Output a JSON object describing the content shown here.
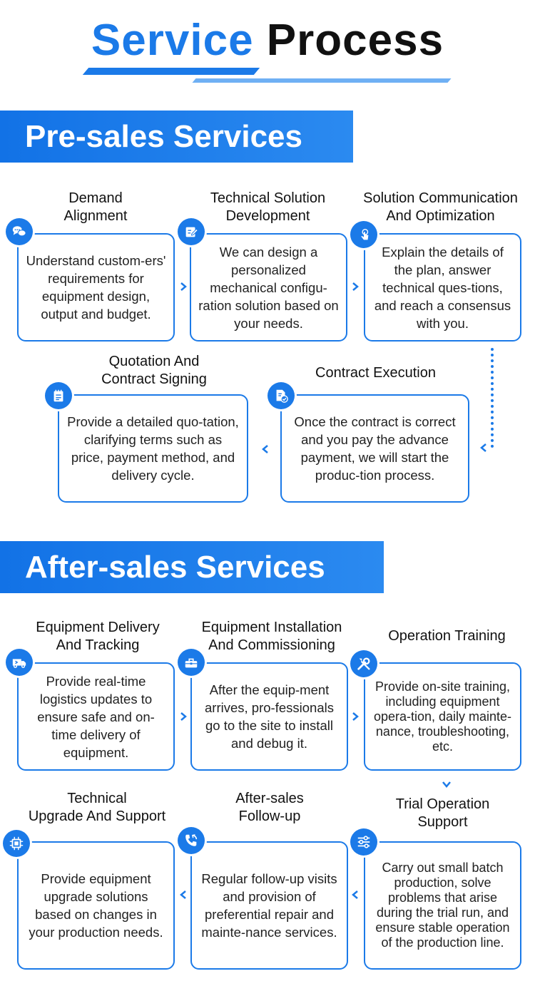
{
  "title": {
    "part1": "Service",
    "part2": "Process"
  },
  "presales": {
    "heading": "Pre-sales Services",
    "steps": [
      {
        "title": "Demand\nAlignment",
        "text": "Understand custom-ers' requirements for equipment design, output and budget.",
        "icon": "chat-bubbles-icon"
      },
      {
        "title": "Technical Solution\nDevelopment",
        "text": "We can design a personalized mechanical configu-ration solution based on your needs.",
        "icon": "edit-document-icon"
      },
      {
        "title": "Solution Communication\nAnd Optimization",
        "text": "Explain the details of the plan, answer technical ques-tions, and reach a consensus with you.",
        "icon": "touch-hand-icon"
      },
      {
        "title": "Quotation And\nContract Signing",
        "text": "Provide a detailed quo-tation, clarifying terms such as price, payment method, and delivery cycle.",
        "icon": "notepad-icon"
      },
      {
        "title": "Contract Execution",
        "text": "Once the contract is correct and you pay the advance payment, we will start the produc-tion process.",
        "icon": "document-check-icon"
      }
    ]
  },
  "aftersales": {
    "heading": "After-sales Services",
    "steps": [
      {
        "title": "Equipment Delivery\nAnd Tracking",
        "text": "Provide real-time logistics updates to ensure safe and on-time delivery of equipment.",
        "icon": "delivery-truck-icon"
      },
      {
        "title": "Equipment Installation\nAnd Commissioning",
        "text": "After the equip-ment arrives, pro-fessionals go to the site to install and debug it.",
        "icon": "toolbox-icon"
      },
      {
        "title": "Operation Training",
        "text": "Provide on-site training, including equipment opera-tion, daily mainte-nance, troubleshooting, etc.",
        "icon": "tools-icon"
      },
      {
        "title": "Technical\nUpgrade And Support",
        "text": "Provide equipment upgrade solutions based on changes in your production needs.",
        "icon": "chip-icon"
      },
      {
        "title": "After-sales\nFollow-up",
        "text": "Regular follow-up visits and provision of preferential repair and mainte-nance services.",
        "icon": "phone-callback-icon"
      },
      {
        "title": "Trial Operation\nSupport",
        "text": "Carry out small batch production, solve problems that arise during the trial run, and ensure stable operation of the production line.",
        "icon": "sliders-icon"
      }
    ]
  },
  "colors": {
    "accent": "#1b7ae8",
    "accent_light": "#6fb0f4",
    "text": "#222222"
  }
}
